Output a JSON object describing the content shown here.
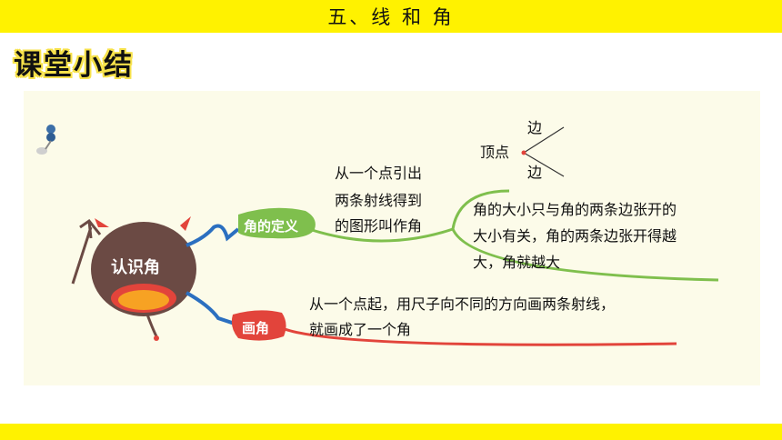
{
  "header": {
    "title": "五、线 和 角"
  },
  "section_title": "课堂小结",
  "mindmap": {
    "center": "认识角",
    "branches": [
      {
        "label": "角的定义",
        "definition_lines": [
          "从一个点引出",
          "两条射线得到",
          "的图形叫作角"
        ],
        "angle_parts": {
          "vertex": "顶点",
          "side_top": "边",
          "side_bottom": "边"
        },
        "size_note_lines": [
          "角的大小只与角的两条边张开的",
          "大小有关，角的两条边张开得越",
          "大，角就越大"
        ]
      },
      {
        "label": "画角",
        "method_lines": [
          "从一个点起，用尺子向不同的方向画两条射线，",
          "就画成了一个角"
        ]
      }
    ]
  },
  "colors": {
    "accent_yellow": "#fff200",
    "panel_bg": "#fcfbe9",
    "green_branch": "#7fbf4d",
    "red_branch": "#e2443b",
    "blue_connector": "#2b6fc0",
    "monster_body": "#6b4a44",
    "monster_horn": "#e2443b"
  }
}
